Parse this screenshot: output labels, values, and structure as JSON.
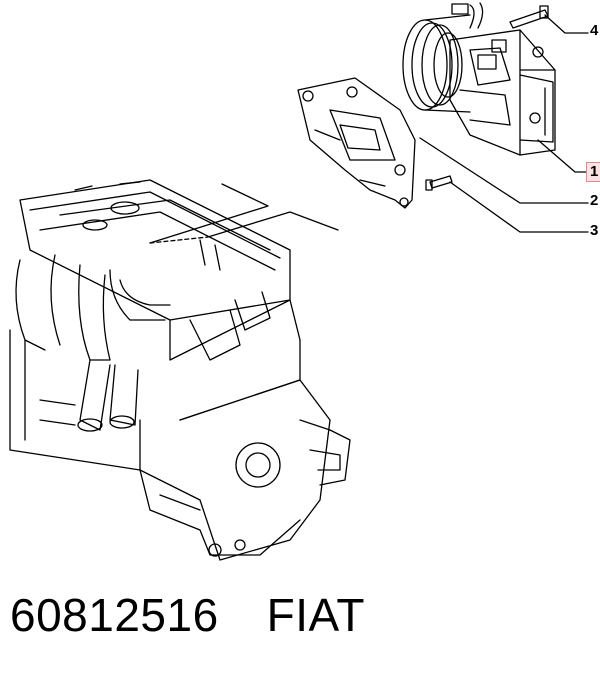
{
  "diagram": {
    "callouts": [
      {
        "id": "1",
        "highlighted": true
      },
      {
        "id": "2",
        "highlighted": false
      },
      {
        "id": "3",
        "highlighted": false
      },
      {
        "id": "4",
        "highlighted": false
      }
    ]
  },
  "footer": {
    "part_number": "60812516",
    "brand": "FIAT"
  },
  "colors": {
    "line": "#000000",
    "highlight_border": "#e08a8a",
    "highlight_fill": "#fbe3e3",
    "background": "#ffffff"
  }
}
